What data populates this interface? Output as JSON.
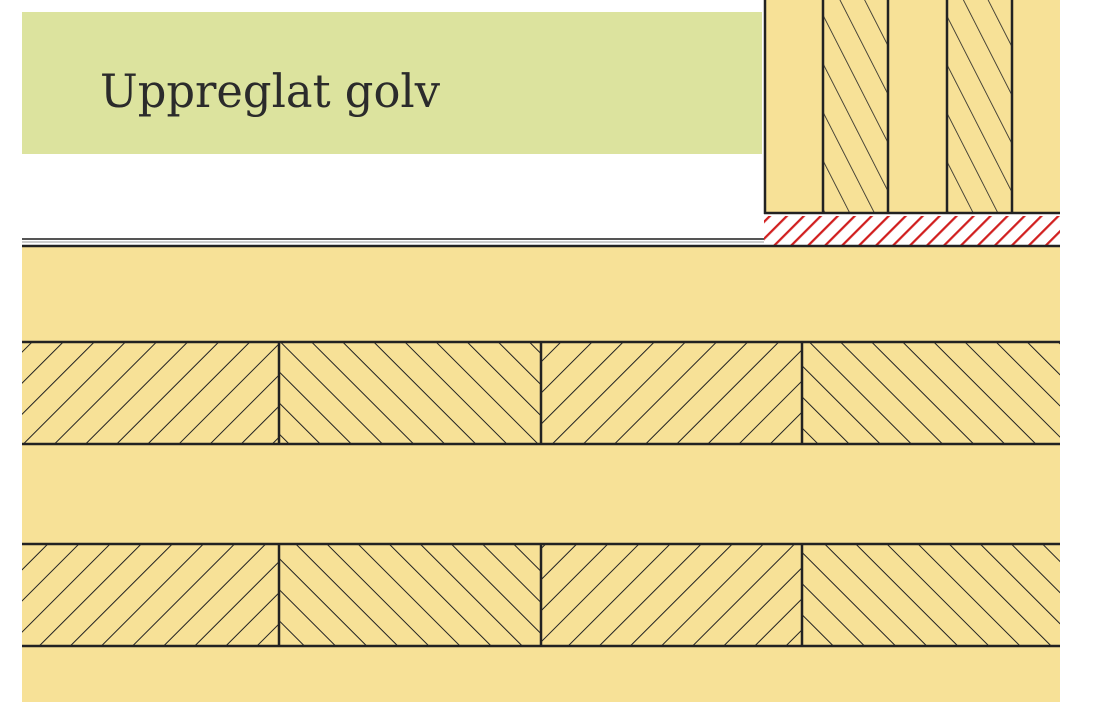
{
  "title": "Uppreglat golv",
  "colors": {
    "label_bg": "#dce39e",
    "wood": "#f7e197",
    "line": "#222222",
    "membrane": "#d11f1f"
  },
  "floor_layers": [
    {
      "boards": [
        "forward",
        "back",
        "forward",
        "back"
      ]
    },
    {
      "boards": [
        "forward",
        "back",
        "forward",
        "back"
      ]
    }
  ]
}
